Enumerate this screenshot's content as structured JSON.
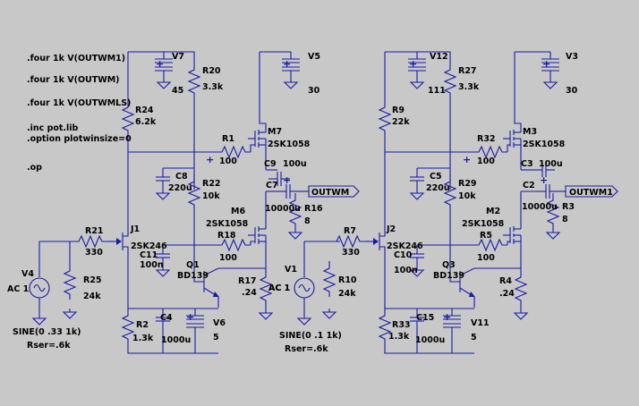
{
  "directives": [
    ".four 1k V(OUTWM1)",
    ".four 1k V(OUTWM)",
    ".four 1k V(OUTWMLS)",
    ".inc pot.lib",
    ".option plotwinsize=0",
    ".op"
  ],
  "left": {
    "V7": {
      "name": "V7",
      "value": "45"
    },
    "V5": {
      "name": "V5",
      "value": "30"
    },
    "V6": {
      "name": "V6",
      "value": "5"
    },
    "V4": {
      "name": "V4",
      "value": "AC 1",
      "source": "SINE(0 .33 1k)",
      "rser": "Rser=.6k"
    },
    "R20": {
      "name": "R20",
      "value": "3.3k"
    },
    "R24": {
      "name": "R24",
      "value": "6.2k"
    },
    "R1": {
      "name": "R1",
      "value": "100"
    },
    "M7": {
      "name": "M7",
      "value": "2SK1058"
    },
    "C8": {
      "name": "C8",
      "value": "220u"
    },
    "R22": {
      "name": "R22",
      "value": "10k"
    },
    "C9": {
      "name": "C9",
      "value": "100u"
    },
    "C7": {
      "name": "C7",
      "value": "10000u"
    },
    "R16": {
      "name": "R16",
      "value": "8"
    },
    "out": "OUTWM",
    "M6": {
      "name": "M6",
      "value": "2SK1058"
    },
    "J1": {
      "name": "J1",
      "value": "2SK246"
    },
    "R21": {
      "name": "R21",
      "value": "330"
    },
    "R18": {
      "name": "R18",
      "value": "100"
    },
    "C11": {
      "name": "C11",
      "value": "100n"
    },
    "Q1": {
      "name": "Q1",
      "value": "BD139"
    },
    "R17": {
      "name": "R17",
      "value": ".24",
      "ac": "AC 1"
    },
    "R25": {
      "name": "R25",
      "value": "24k"
    },
    "R2": {
      "name": "R2",
      "value": "1.3k"
    },
    "C4": {
      "name": "C4",
      "value": "1000u"
    }
  },
  "right": {
    "V12": {
      "name": "V12",
      "value": "111"
    },
    "V3": {
      "name": "V3",
      "value": "30"
    },
    "V11": {
      "name": "V11",
      "value": "5"
    },
    "V1": {
      "name": "V1",
      "value": "AC 1",
      "source": "SINE(0 .1 1k)",
      "rser": "Rser=.6k"
    },
    "R27": {
      "name": "R27",
      "value": "3.3k"
    },
    "R9": {
      "name": "R9",
      "value": "22k"
    },
    "R32": {
      "name": "R32",
      "value": "100"
    },
    "M3": {
      "name": "M3",
      "value": "2SK1058"
    },
    "C5": {
      "name": "C5",
      "value": "220u"
    },
    "R29": {
      "name": "R29",
      "value": "10k"
    },
    "C3": {
      "name": "C3",
      "value": "100u"
    },
    "C2": {
      "name": "C2",
      "value": "10000u"
    },
    "R3": {
      "name": "R3",
      "value": "8"
    },
    "out": "OUTWM1",
    "M2": {
      "name": "M2",
      "value": "2SK1058"
    },
    "J2": {
      "name": "J2",
      "value": "2SK246"
    },
    "R7": {
      "name": "R7",
      "value": "330"
    },
    "R5": {
      "name": "R5",
      "value": "100"
    },
    "C10": {
      "name": "C10",
      "value": "100n"
    },
    "Q3": {
      "name": "Q3",
      "value": "BD139"
    },
    "R4": {
      "name": "R4",
      "value": ".24"
    },
    "R10": {
      "name": "R10",
      "value": "24k"
    },
    "R33": {
      "name": "R33",
      "value": "1.3k"
    },
    "C15": {
      "name": "C15",
      "value": "1000u"
    }
  }
}
